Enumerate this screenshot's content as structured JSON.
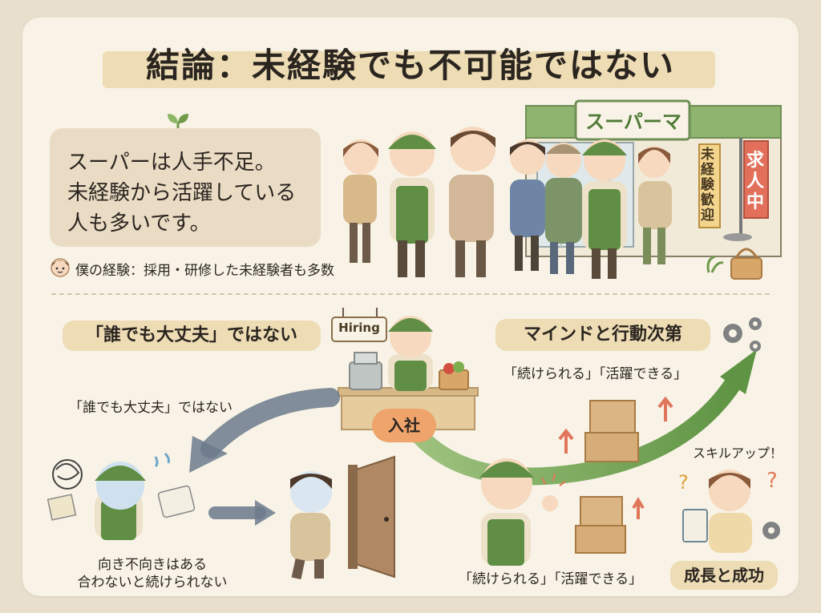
{
  "title": "結論：未経験でも不可能ではない",
  "intro": {
    "lines": [
      "スーパーは人手不足。",
      "未経験から活躍している",
      "人も多いです。"
    ]
  },
  "note": "僕の経験：採用・研修した未経験者も多数",
  "store": {
    "sign": "スーパーマ",
    "banner": "未経験歓迎",
    "flag": "求人中"
  },
  "hiring_sign": "Hiring",
  "left": {
    "heading": "「誰でも大丈夫」ではない",
    "subheading": "「誰でも大丈夫」ではない",
    "caption_lines": [
      "向き不向きはある",
      "合わないと続けられない"
    ]
  },
  "center_badge": "入社",
  "right": {
    "heading": "マインドと行動次第",
    "subheading": "「続けられる」「活躍できる」",
    "bottom_caption": "「続けられる」「活躍できる」",
    "skill": "スキルアップ！",
    "result": "成長と成功"
  },
  "colors": {
    "card": "#f8f3e6",
    "highlight": "#eddcb4",
    "apron_green": "#5f8e44",
    "badge_orange": "#eea46b",
    "arrow_gray": "#6c7a8c"
  }
}
